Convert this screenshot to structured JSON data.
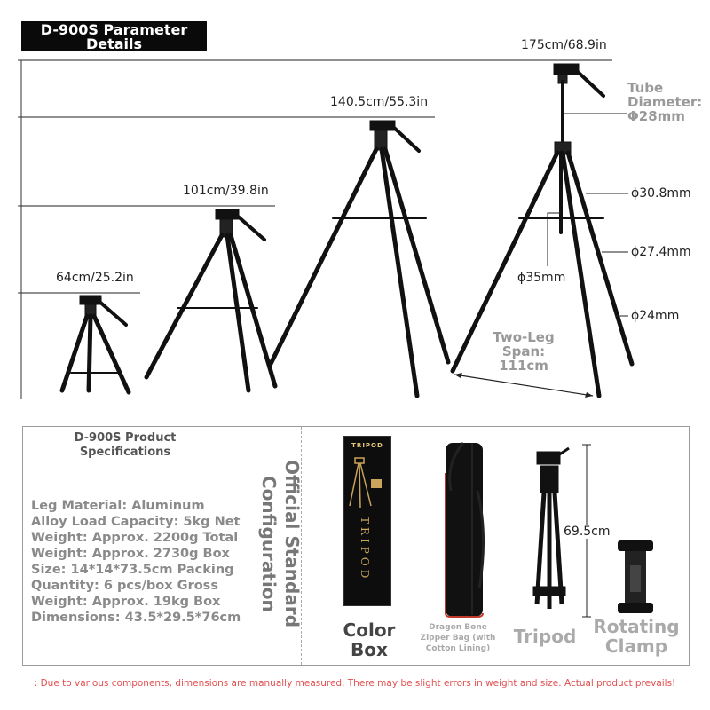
{
  "header": {
    "title": "D-900S Parameter Details"
  },
  "heights": [
    {
      "label": "64cm/25.2in"
    },
    {
      "label": "101cm/39.8in"
    },
    {
      "label": "140.5cm/55.3in"
    },
    {
      "label": "175cm/68.9in"
    }
  ],
  "tube_diameter": {
    "line1": "Tube",
    "line2": "Diameter:",
    "line3": "Φ28mm"
  },
  "leg_diameters": {
    "d1": "ϕ30.8mm",
    "d2": "ϕ27.4mm",
    "d3": "ϕ24mm",
    "center": "ϕ35mm"
  },
  "span": {
    "line1": "Two-Leg",
    "line2": "Span:",
    "line3": "111cm"
  },
  "specs": {
    "title_line1": "D-900S Product",
    "title_line2": "Specifications",
    "lines": [
      "Leg Material: Aluminum",
      "Alloy Load Capacity: 5kg Net",
      "Weight: Approx. 2200g Total",
      "Weight: Approx. 2730g Box",
      "Size: 14*14*73.5cm Packing",
      "Quantity: 6 pcs/box Gross",
      "Weight: Approx. 19kg Box",
      "Dimensions: 43.5*29.5*76cm"
    ]
  },
  "configuration": {
    "title": "Official Standard Configuration"
  },
  "items": {
    "color_box": {
      "label_line1": "Color",
      "label_line2": "Box",
      "box_brand": "TRIPOD",
      "box_side_text": "TRIPOD"
    },
    "bag": {
      "label": "Dragon Bone Zipper Bag (with Cotton Lining)"
    },
    "tripod": {
      "label": "Tripod",
      "height": "69.5cm"
    },
    "clamp": {
      "label_line1": "Rotating",
      "label_line2": "Clamp"
    }
  },
  "footer": {
    "note": ": Due to various components, dimensions are manually measured. There may be slight errors in weight and size. Actual product prevails!"
  }
}
